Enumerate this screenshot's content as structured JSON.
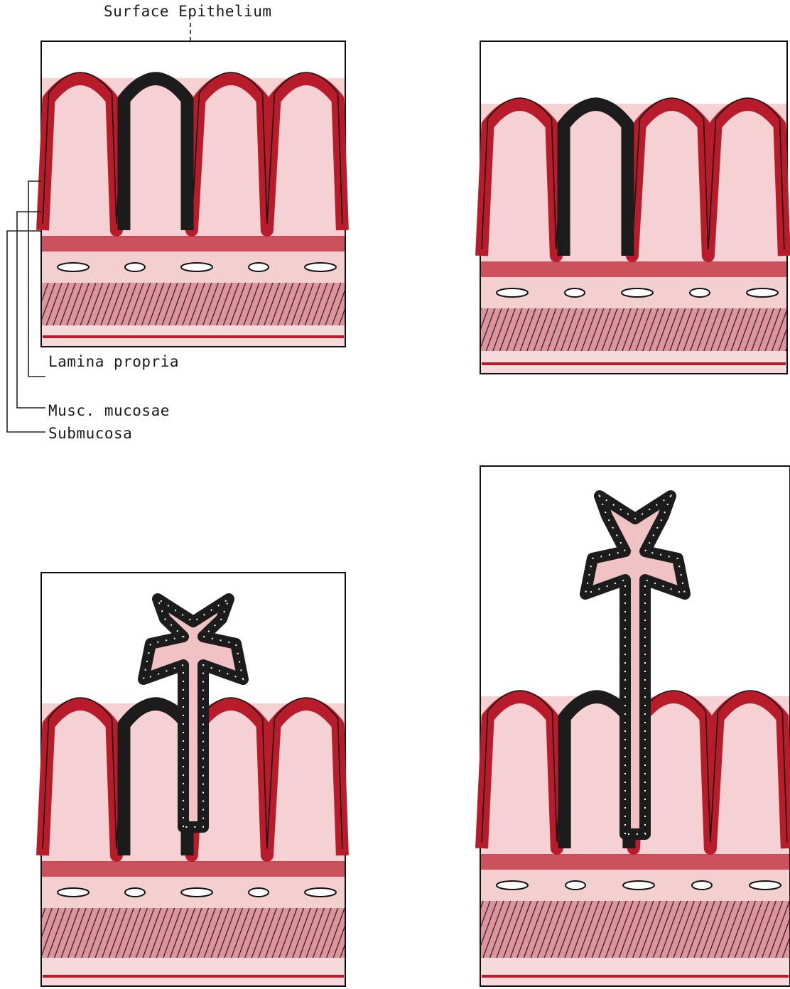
{
  "labels": {
    "surface_epithelium": "Surface Epithelium",
    "lamina_propria": "Lamina propria",
    "musc_mucosae": "Musc. mucosae",
    "submucosa": "Submucosa"
  },
  "colors": {
    "normal_epithelium": "#b81c2b",
    "abnormal_epithelium": "#1c1c1c",
    "lamina_propria": "#f1c2c4",
    "muscularis_mucosae": "#c23341",
    "submucosa": "#f3cfd0",
    "muscle_layer": "#d37a84",
    "outline": "#111111"
  },
  "panels": [
    {
      "id": "A",
      "abnormal_crypt": "middle",
      "stalk": "none"
    },
    {
      "id": "B",
      "abnormal_crypt": "middle",
      "stalk": "none"
    },
    {
      "id": "C",
      "abnormal_crypt": "middle",
      "stalk": "short-branched"
    },
    {
      "id": "D",
      "abnormal_crypt": "middle",
      "stalk": "tall-branched"
    }
  ]
}
